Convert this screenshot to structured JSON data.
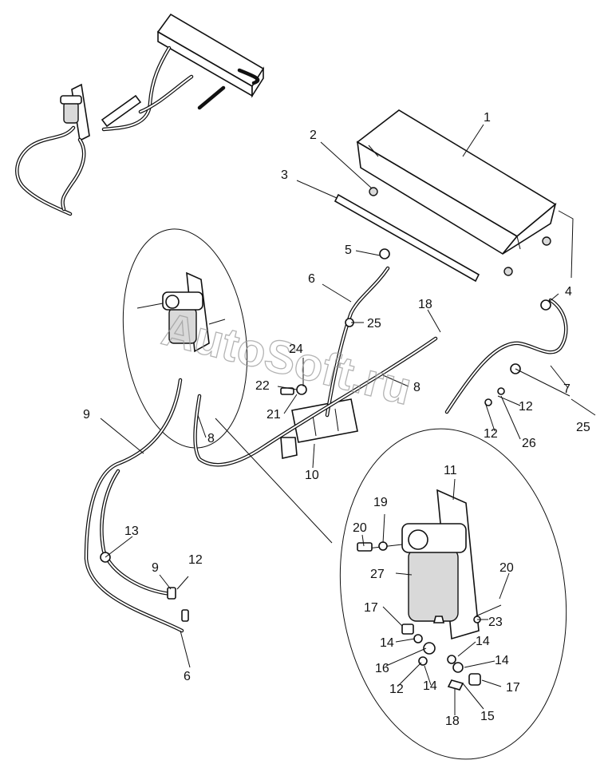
{
  "watermark": "AutoSoft.ru",
  "callouts": [
    "1",
    "2",
    "3",
    "4",
    "5",
    "6",
    "7",
    "8",
    "9",
    "10",
    "11",
    "12",
    "13",
    "14",
    "15",
    "16",
    "17",
    "18",
    "19",
    "20",
    "21",
    "22",
    "23",
    "24",
    "25",
    "26",
    "27"
  ]
}
